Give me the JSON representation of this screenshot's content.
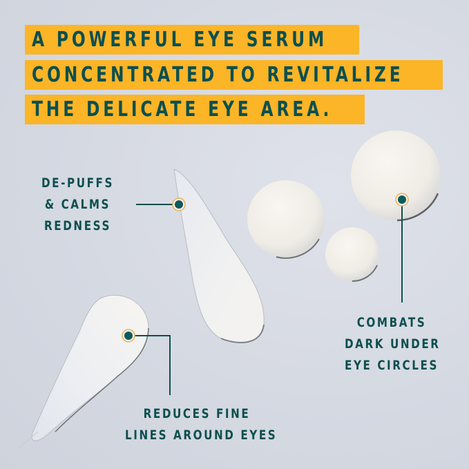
{
  "headline": {
    "lines": [
      "A POWERFUL EYE SERUM",
      "CONCENTRATED TO REVITALIZE",
      "THE DELICATE EYE AREA."
    ]
  },
  "callouts": {
    "depuffs": {
      "lines": [
        "DE-PUFFS",
        "& CALMS",
        "REDNESS"
      ]
    },
    "combats": {
      "lines": [
        "COMBATS",
        "DARK UNDER",
        "EYE CIRCLES"
      ]
    },
    "reduces": {
      "lines": [
        "REDUCES FINE",
        "LINES AROUND EYES"
      ]
    }
  },
  "colors": {
    "background": "#d5d9e2",
    "highlight": "#fbb526",
    "text": "#0d4f4f",
    "marker_ring": "#e9b25a",
    "serum": "#f4f1ec"
  }
}
